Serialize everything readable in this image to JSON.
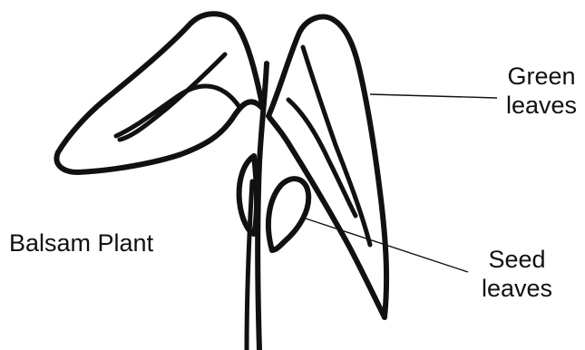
{
  "labels": {
    "green_leaves_line1": "Green",
    "green_leaves_line2": "leaves",
    "seed_leaves_line1": "Seed",
    "seed_leaves_line2": "leaves",
    "plant_name": "Balsam Plant"
  },
  "colors": {
    "ink": "#111111",
    "background": "#ffffff"
  }
}
